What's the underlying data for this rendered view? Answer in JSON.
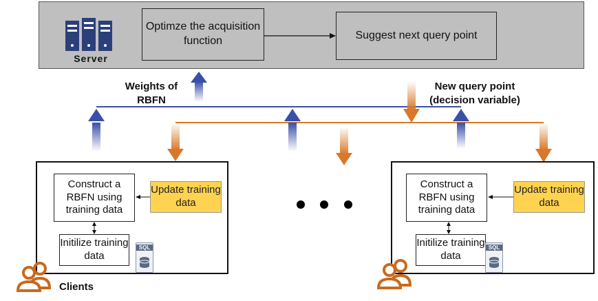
{
  "server": {
    "label": "Server",
    "optimize_box": "Optimze the acquisition function",
    "suggest_box": "Suggest next query point"
  },
  "flow_labels": {
    "weights": "Weights of RBFN",
    "new_query": "New query point (decision variable)"
  },
  "client_left": {
    "construct_box": "Construct a RBFN using training data",
    "update_box": "Update training data",
    "init_box": "Initilize training data",
    "db_label": "SQL"
  },
  "client_right": {
    "construct_box": "Construct a RBFN using training data",
    "update_box": "Update training data",
    "init_box": "Initilize training data",
    "db_label": "SQL"
  },
  "clients_label": "Clients",
  "colors": {
    "blue": "#3a4fa8",
    "orange": "#d9782a",
    "yellow": "#ffd34f",
    "panel": "#bfbfbf"
  },
  "icons": [
    "server-icon",
    "database-icon",
    "users-icon"
  ]
}
